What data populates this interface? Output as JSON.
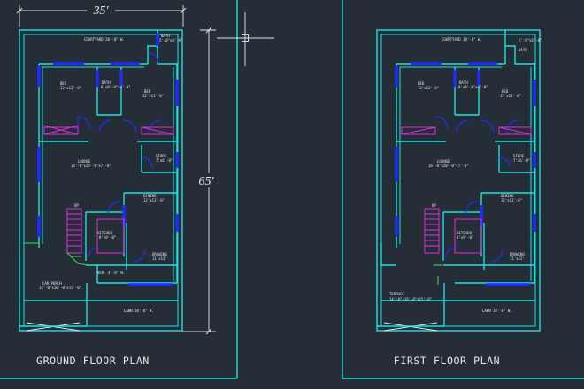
{
  "canvas": {
    "background": "#252d37"
  },
  "colors": {
    "wall": "#19e3e0",
    "door": "#1f2cff",
    "stair": "#e22ae2",
    "green": "#2ee65a",
    "text": "#e8e8e8"
  },
  "dimensions": {
    "width": "35′",
    "length": "65′"
  },
  "ground_floor": {
    "caption": "GROUND FLOOR PLAN",
    "rooms": {
      "courtyard": "COURTYARD 20'-0\" W.",
      "bath_top": "BATH",
      "bath_top_size": "5'-0\"x6'-0\"",
      "bed1": "BED",
      "bed1_size": "12'x12'-0\"",
      "bath": "BATH",
      "bath_size": "8'x9'-0\"x4'-0\"",
      "bed2": "BED",
      "bed2_size": "12'x11'-0\"",
      "lounge": "LOUNGE",
      "lounge_size": "16'-0\"x20'-0\"x7'-0\"",
      "store": "STORE",
      "store_size": "7'x6'-0\"",
      "dining": "DINING",
      "dining_size": "12'x11'-0\"",
      "up": "UP",
      "kitchen": "KITCHEN",
      "kitchen_size": "8'x9'-0\"",
      "drawing": "DRAWING",
      "drawing_size": "11'x12'",
      "car_porch": "CAR PORCH",
      "car_porch_size": "14'-0\"x16'-0\"x15'-0\"",
      "ver": "VER. 4'-0\" W.",
      "lawn": "LAWN 10'-0\" W."
    }
  },
  "first_floor": {
    "caption": "FIRST FLOOR PLAN",
    "rooms": {
      "courtyard": "COURTYARD 20'-0\" W.",
      "bath_top": "BATH",
      "bath_top_size": "5'-0\"x6'-0\"",
      "bed1": "BED",
      "bed1_size": "12'x12'-0\"",
      "bath": "BATH",
      "bath_size": "8'x9'-0\"x4'-0\"",
      "bed2": "BED",
      "bed2_size": "12'x11'-0\"",
      "lounge": "LOUNGE",
      "lounge_size": "16'-0\"x20'-0\"x7'-0\"",
      "store": "STORE",
      "store_size": "7'x6'-0\"",
      "dining": "DINING",
      "dining_size": "12'x11'-0\"",
      "up": "UP",
      "kitchen": "KITCHEN",
      "kitchen_size": "8'x9'-0\"",
      "drawing": "DRAWING",
      "drawing_size": "11'x12'",
      "terrace": "TERRACE",
      "terrace_size": "14'-0\"x16'-0\"x15'-0\"",
      "lawn": "LAWN 10'-0\" W."
    }
  }
}
